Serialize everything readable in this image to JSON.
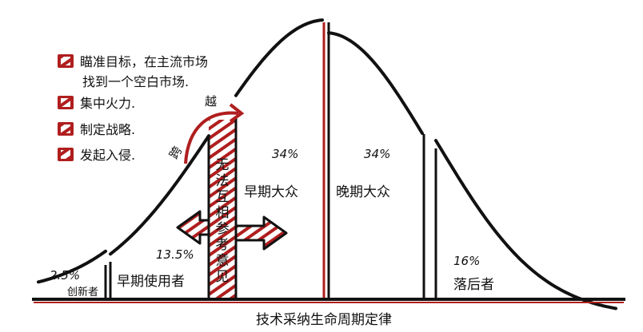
{
  "title": "技术采纳生命周期定律",
  "legend": {
    "items": [
      "瞄准目标，在主流市场",
      "找到一个空白市场.",
      "集中火力.",
      "制定战略.",
      "发起入侵."
    ]
  },
  "segments": [
    {
      "label": "创新者",
      "percent": "2.5%"
    },
    {
      "label": "早期使用者",
      "percent": "13.5%"
    },
    {
      "label": "早期大众",
      "percent": "34%"
    },
    {
      "label": "晚期大众",
      "percent": "34%"
    },
    {
      "label": "落后者",
      "percent": "16%"
    }
  ],
  "chasm": {
    "text": "无法互相参考意见",
    "chars": [
      "无",
      "法",
      "互",
      "相",
      "参",
      "考",
      "意",
      "见"
    ],
    "leap_start": "跨",
    "leap_end": "越"
  },
  "colors": {
    "accent": "#b01e1e",
    "ink": "#111111"
  }
}
